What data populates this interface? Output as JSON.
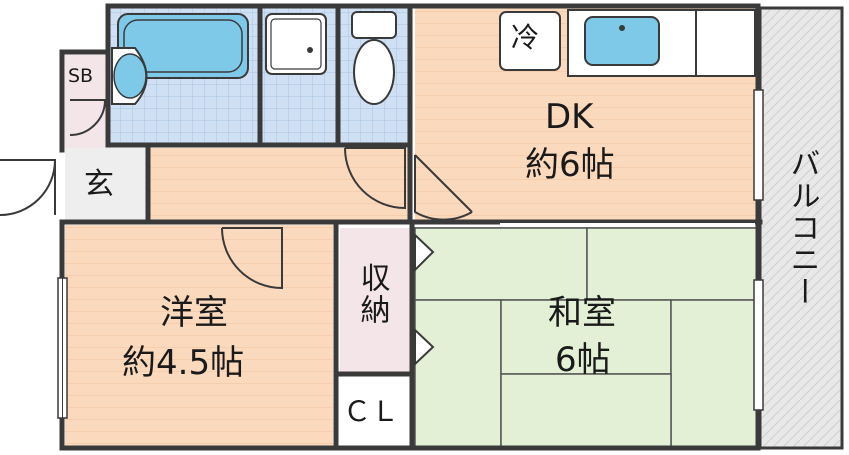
{
  "rooms": {
    "dk": {
      "name": "DK",
      "size": "約6帖"
    },
    "western": {
      "name": "洋室",
      "size": "約4.5帖"
    },
    "japanese": {
      "name": "和室",
      "size": "6帖"
    },
    "storage": {
      "name": "収納"
    },
    "closet": {
      "name": "ＣＬ"
    },
    "entrance": {
      "name": "玄"
    },
    "shoebox": {
      "name": "SB"
    },
    "balcony": {
      "name": "バルコニー"
    },
    "fridge": {
      "name": "冷"
    }
  },
  "colors": {
    "wall": "#3a3a3a",
    "flooring": "#fbd9bd",
    "tatami": "#e4f0d6",
    "wet_area": "#cfe0f4",
    "storage": "#f4e6e8",
    "entrance": "#eeeeee",
    "balcony": "#e8e8e8",
    "fixture_blue": "#7ec9e8"
  }
}
